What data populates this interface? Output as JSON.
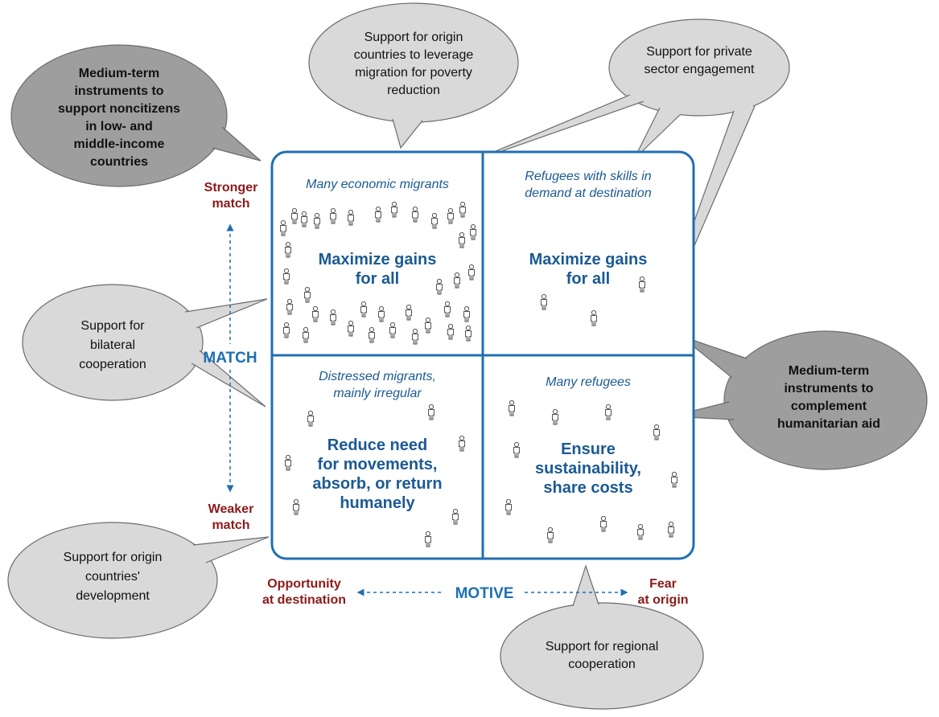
{
  "colors": {
    "blue": "#1f6fb2",
    "dark_blue": "#1b5a93",
    "red": "#8b1a1a",
    "bubble_light": "#d9d9d9",
    "bubble_dark": "#9e9e9e",
    "figure": "#555555"
  },
  "axes": {
    "vertical_label": "MATCH",
    "horizontal_label": "MOTIVE",
    "stronger": [
      "Stronger",
      "match"
    ],
    "weaker": [
      "Weaker",
      "match"
    ],
    "opportunity": [
      "Opportunity",
      "at destination"
    ],
    "fear": [
      "Fear",
      "at origin"
    ]
  },
  "quadrants": {
    "top_left": {
      "caption": [
        "Many economic migrants"
      ],
      "heading": [
        "Maximize gains",
        "for all"
      ]
    },
    "top_right": {
      "caption": [
        "Refugees with skills in",
        "demand at destination"
      ],
      "heading": [
        "Maximize gains",
        "for all"
      ]
    },
    "bottom_left": {
      "caption": [
        "Distressed migrants,",
        "mainly irregular"
      ],
      "heading": [
        "Reduce need",
        "for movements,",
        "absorb, or return",
        "humanely"
      ]
    },
    "bottom_right": {
      "caption": [
        "Many refugees"
      ],
      "heading": [
        "Ensure",
        "sustainability,",
        "share costs"
      ]
    }
  },
  "bubbles": {
    "top_center": [
      "Support for origin",
      "countries to leverage",
      "migration for poverty",
      "reduction"
    ],
    "top_right": [
      "Support for private",
      "sector engagement"
    ],
    "left_top": [
      "Medium-term",
      "instruments to",
      "support noncitizens",
      "in low- and",
      "middle-income",
      "countries"
    ],
    "left_middle": [
      "Support for",
      "bilateral",
      "cooperation"
    ],
    "left_bottom": [
      "Support for origin",
      "countries'",
      "development"
    ],
    "right_middle": [
      "Medium-term",
      "instruments to",
      "complement",
      "humanitarian aid"
    ],
    "bottom": [
      "Support for regional",
      "cooperation"
    ]
  }
}
